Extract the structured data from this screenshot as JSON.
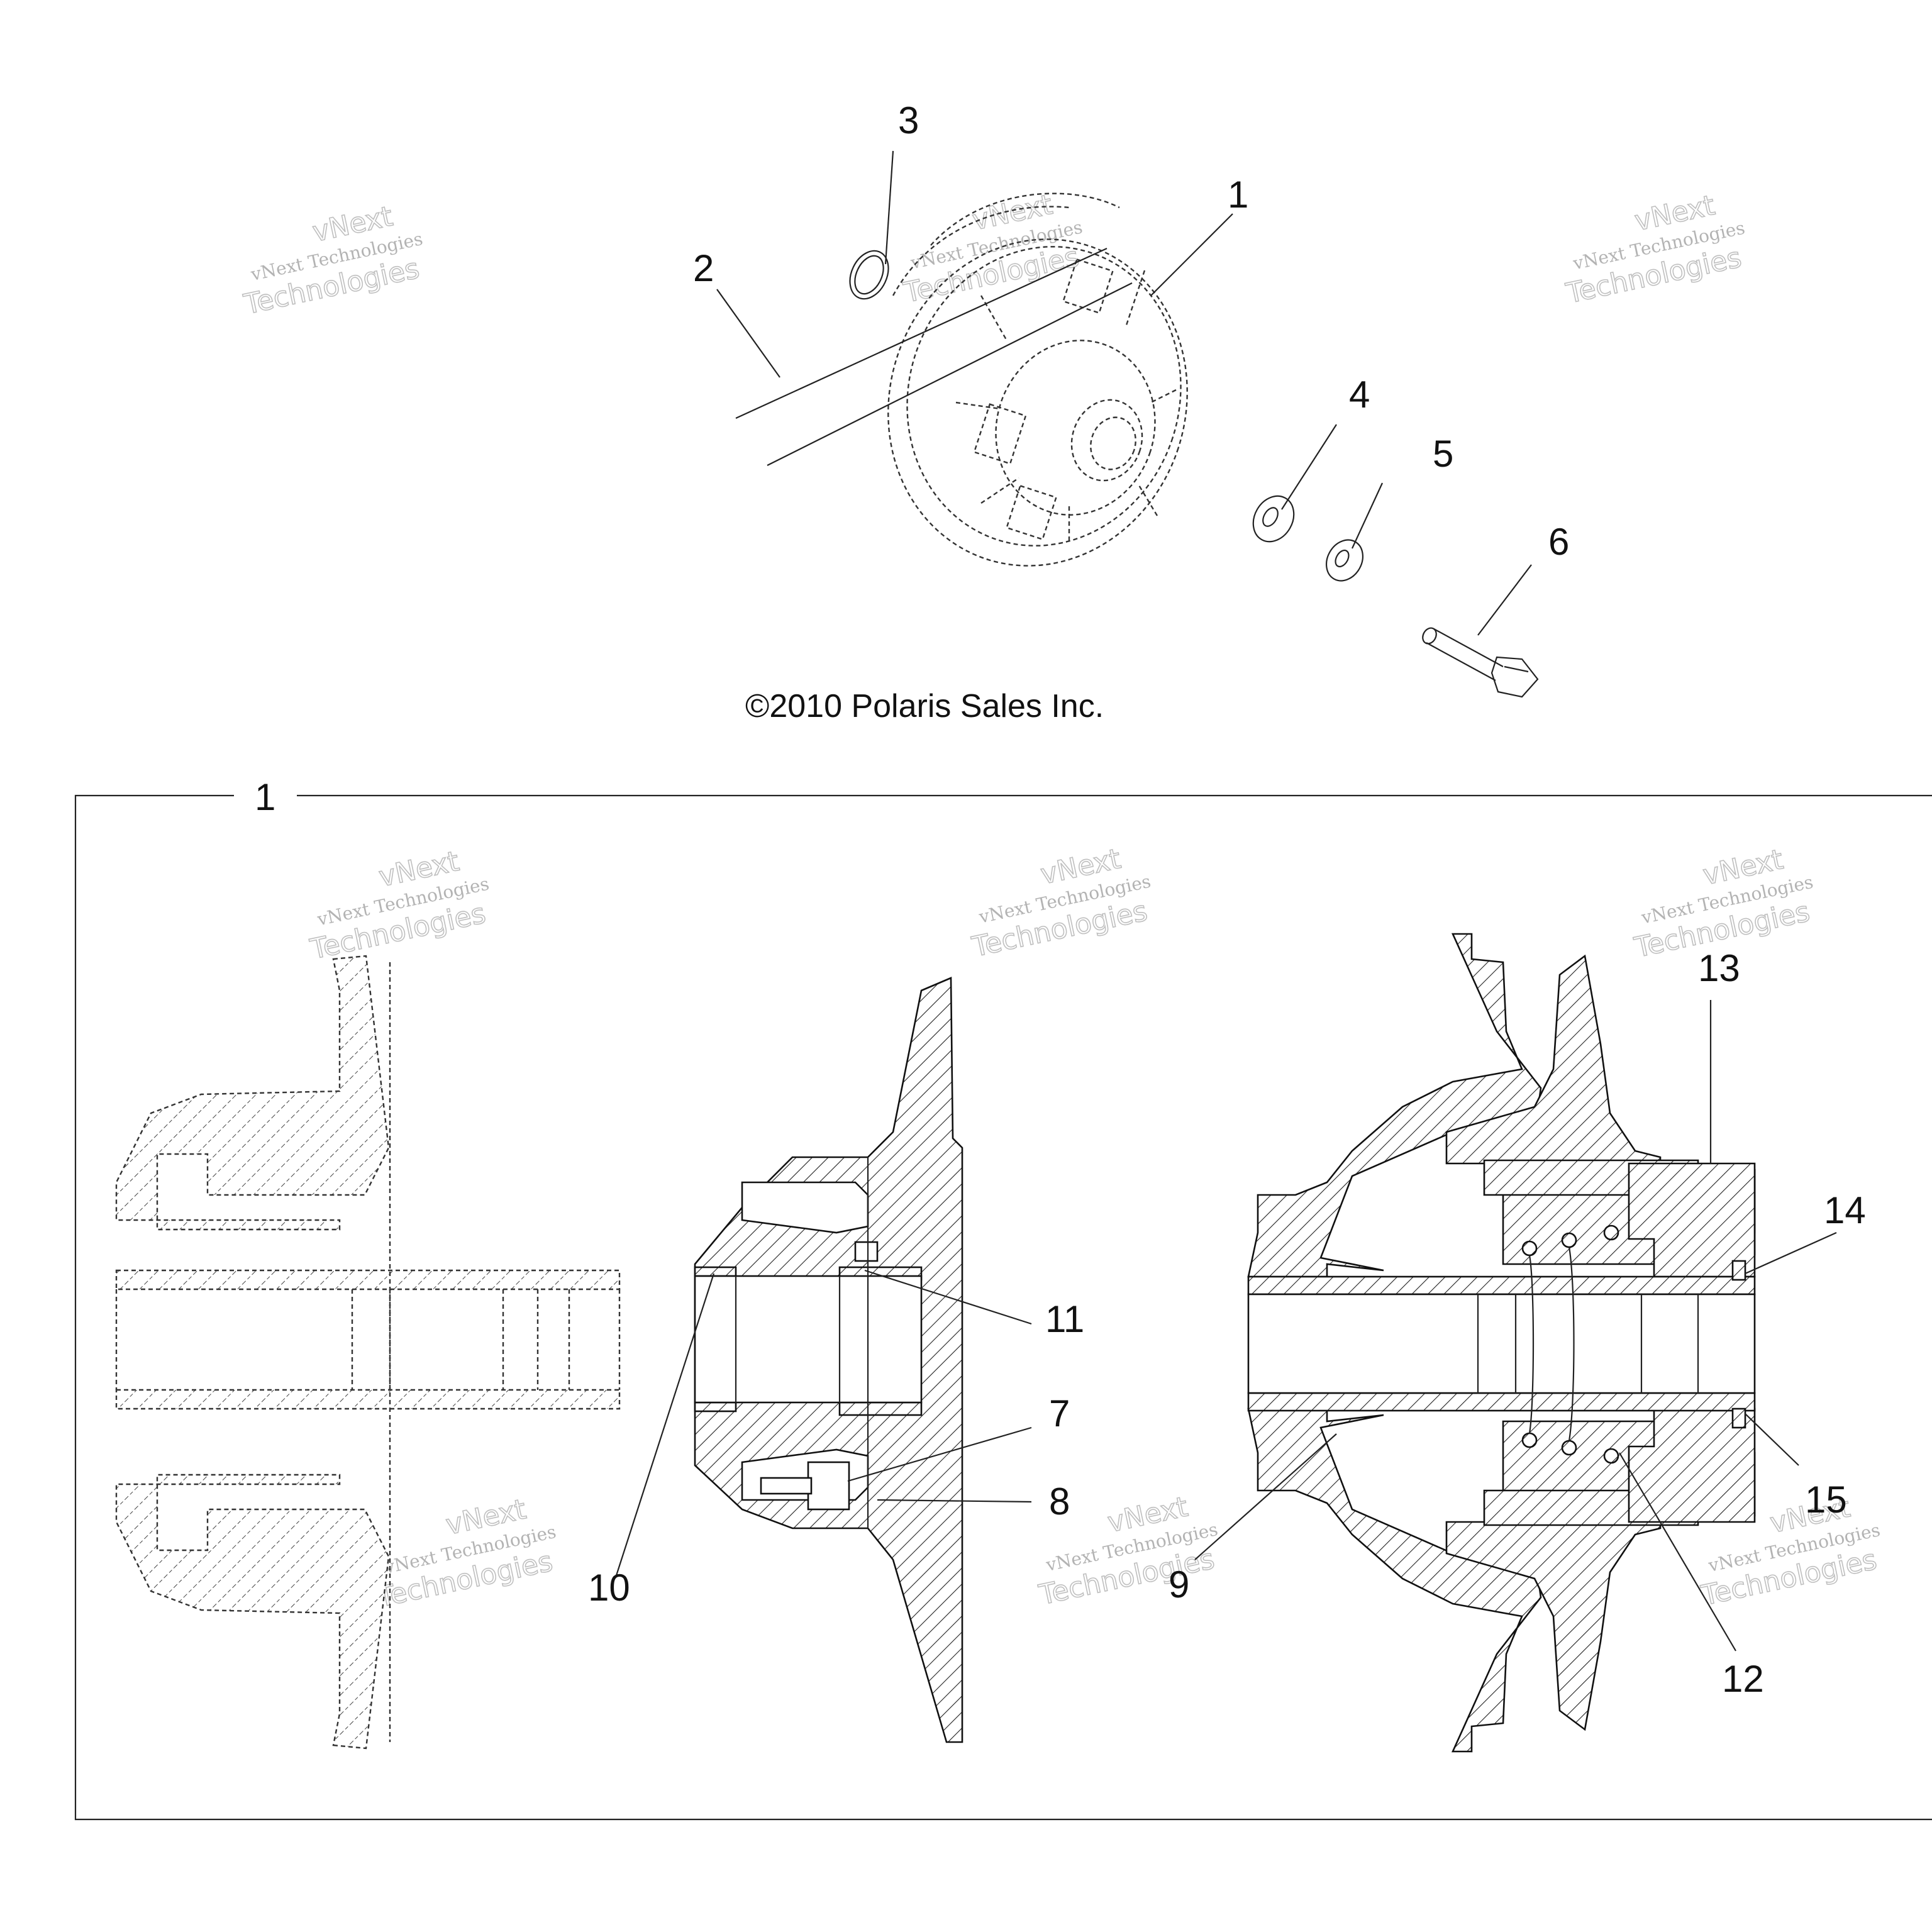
{
  "copyright": "©2010 Polaris Sales Inc.",
  "watermark": {
    "line1": "vNext Technologies",
    "line2": "Technologies",
    "line3": "vNext"
  },
  "callouts": {
    "c1": "1",
    "c2": "2",
    "c3": "3",
    "c4": "4",
    "c5": "5",
    "c6": "6",
    "c7": "7",
    "c8": "8",
    "c9": "9",
    "c10": "10",
    "c11": "11",
    "c12": "12",
    "c13": "13",
    "c14": "14",
    "c15": "15",
    "detail": "1"
  }
}
